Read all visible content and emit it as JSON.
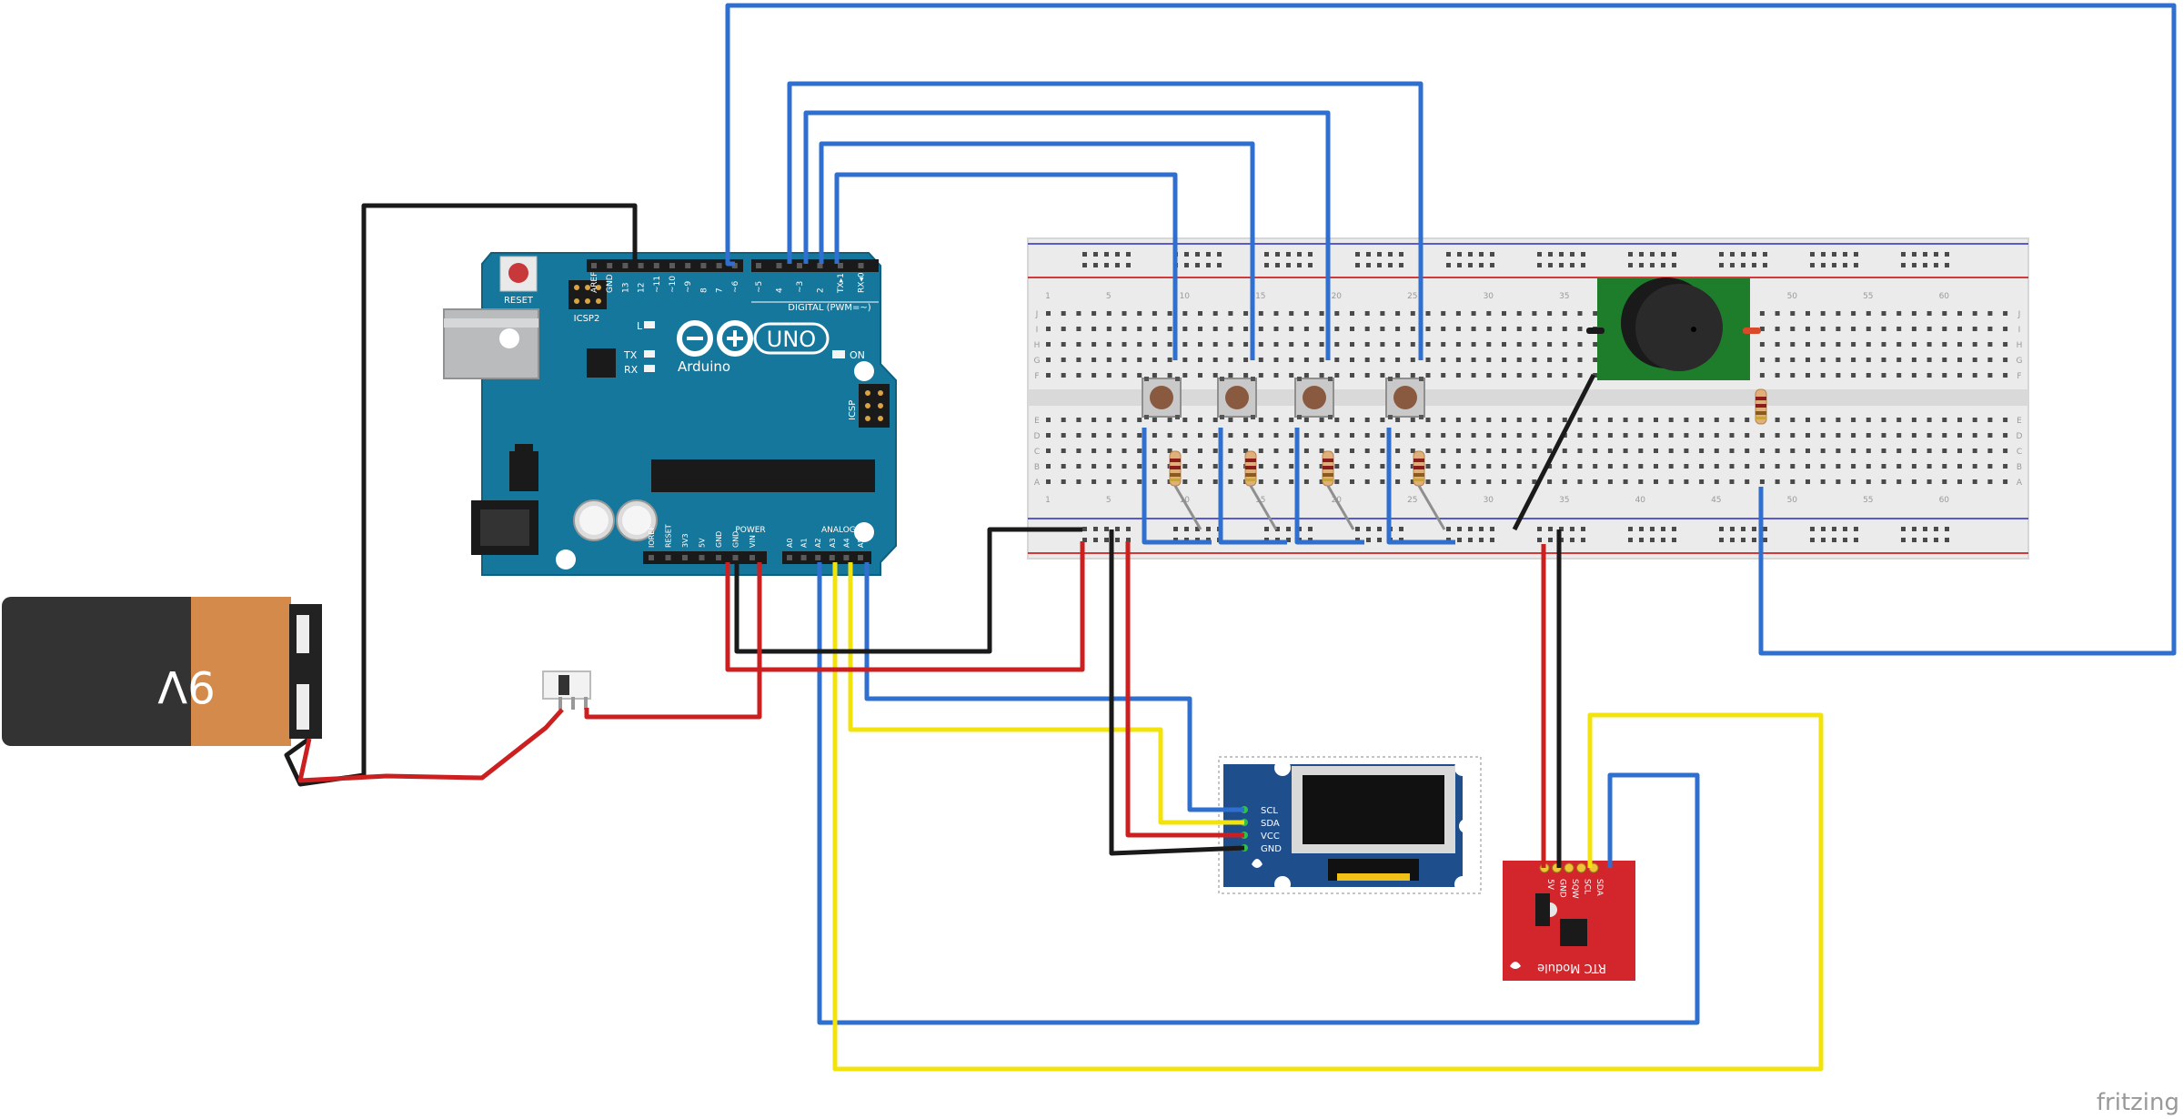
{
  "palette": {
    "wire_blue": "#2f6fcf",
    "wire_yellow": "#f2e30d",
    "wire_red": "#cc1f1f",
    "wire_black": "#1a1a1a",
    "arduino_board": "#16779c",
    "breadboard": "#ebebeb",
    "battery_body": "#333333",
    "battery_cap": "#d48a4a",
    "buzzer_board": "#1e7d2b",
    "oled_board": "#1f4e8c",
    "rtc_board": "#d3262c"
  },
  "arduino": {
    "reset_label": "RESET",
    "icsp2_label": "ICSP2",
    "icsp_label": "ICSP",
    "digital_label": "DIGITAL (PWM=~)",
    "uno_label": "UNO",
    "brand_label": "Arduino",
    "l_label": "L",
    "tx_label": "TX",
    "rx_label": "RX",
    "on_label": "ON",
    "power_label": "POWER",
    "analog_label": "ANALOG IN",
    "digital_pins": [
      "AREF",
      "GND",
      "13",
      "12",
      "~11",
      "~10",
      "~9",
      "8",
      "7",
      "~6",
      "~5",
      "4",
      "~3",
      "2",
      "TX▸1",
      "RX◂0"
    ],
    "power_pins": [
      "IOREF",
      "RESET",
      "3V3",
      "5V",
      "GND",
      "GND",
      "VIN"
    ],
    "analog_pins": [
      "A0",
      "A1",
      "A2",
      "A3",
      "A4",
      "A5"
    ]
  },
  "battery": {
    "label": "9V"
  },
  "breadboard": {
    "column_numbers": [
      "1",
      "5",
      "10",
      "15",
      "20",
      "25",
      "30",
      "35",
      "40",
      "45",
      "50",
      "55",
      "60"
    ],
    "row_letters_top": [
      "J",
      "I",
      "H",
      "G",
      "F"
    ],
    "row_letters_bottom": [
      "E",
      "D",
      "C",
      "B",
      "A"
    ]
  },
  "oled": {
    "pins": [
      "SCL",
      "SDA",
      "VCC",
      "GND"
    ]
  },
  "rtc": {
    "pins": [
      "5V",
      "GND",
      "SQW",
      "SCL",
      "SDA"
    ],
    "label": "RTC Module"
  },
  "watermark": "fritzing"
}
